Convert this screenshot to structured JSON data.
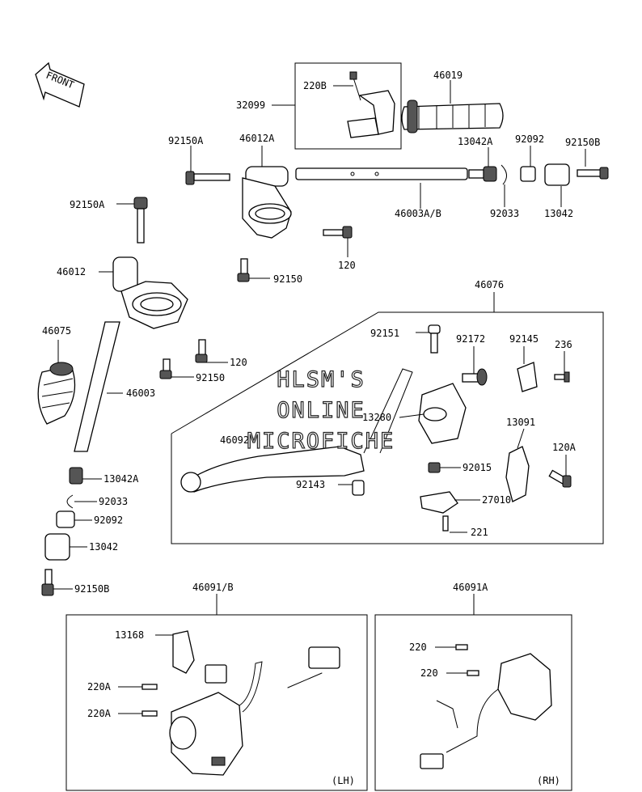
{
  "watermark": [
    "HLSM'S",
    "ONLINE",
    "MICROFICHE"
  ],
  "front_label": "FRONT",
  "labels": {
    "l_32099": "32099",
    "l_220B": "220B",
    "l_46019": "46019",
    "l_92150A_top": "92150A",
    "l_46012A": "46012A",
    "l_13042A_top": "13042A",
    "l_92092_top": "92092",
    "l_92150B_top": "92150B",
    "l_46003AB": "46003A/B",
    "l_92033_top": "92033",
    "l_13042_top": "13042",
    "l_120_top": "120",
    "l_92150_top": "92150",
    "l_92150A_left": "92150A",
    "l_46012": "46012",
    "l_46075": "46075",
    "l_120_mid": "120",
    "l_92150_mid": "92150",
    "l_46003": "46003",
    "l_46076": "46076",
    "l_92151": "92151",
    "l_92172": "92172",
    "l_92145": "92145",
    "l_236": "236",
    "l_13280": "13280",
    "l_46092": "46092",
    "l_13091": "13091",
    "l_120A": "120A",
    "l_92015": "92015",
    "l_92143": "92143",
    "l_27010": "27010",
    "l_221": "221",
    "l_13042A_low": "13042A",
    "l_92033_low": "92033",
    "l_92092_low": "92092",
    "l_13042_low": "13042",
    "l_92150B_low": "92150B",
    "l_46091B": "46091/B",
    "l_46091A": "46091A",
    "l_13168": "13168",
    "l_220A_1": "220A",
    "l_220A_2": "220A",
    "l_220_1": "220",
    "l_220_2": "220",
    "l_LH": "(LH)",
    "l_RH": "(RH)"
  }
}
